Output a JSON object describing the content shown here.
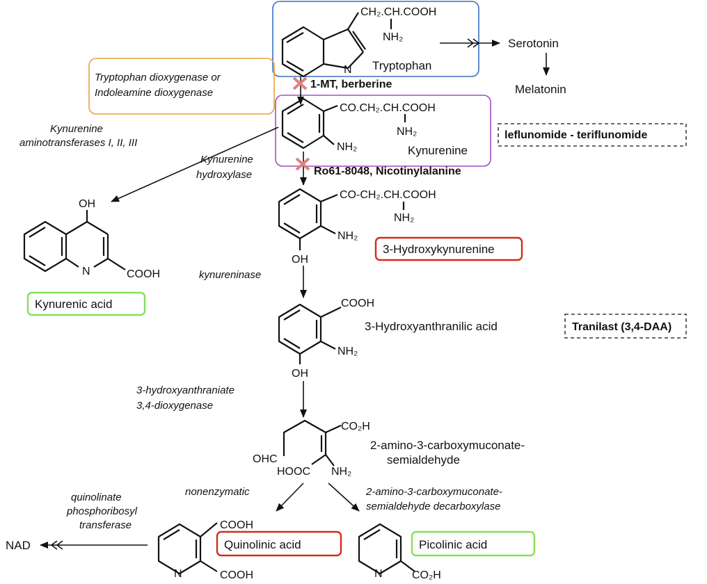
{
  "compounds": {
    "tryptophan": "Tryptophan",
    "serotonin": "Serotonin",
    "melatonin": "Melatonin",
    "kynurenine": "Kynurenine",
    "hydroxykynurenine": "3-Hydroxykynurenine",
    "kynurenic_acid": "Kynurenic acid",
    "hydroxyanthranilic": "3-Hydroxyanthranilic acid",
    "acms_line1": "2-amino-3-carboxymuconate-",
    "acms_line2": "semialdehyde",
    "quinolinic": "Quinolinic acid",
    "picolinic": "Picolinic acid",
    "nad": "NAD"
  },
  "groups": {
    "trp_side": "CH₂.CH.COOH",
    "nh2": "NH₂",
    "n": "N",
    "kyn_side": "CO.CH₂.CH.COOH",
    "hk_side": "CO-CH₂.CH.COOH",
    "oh": "OH",
    "cooh": "COOH",
    "co2h": "CO₂H",
    "ohc": "OHC",
    "hooc": "HOOC"
  },
  "enzymes": {
    "tdo_line1": "Tryptophan dioxygenase or",
    "tdo_line2": "Indoleamine dioxygenase",
    "kat_line1": "Kynurenine",
    "kat_line2": "aminotransferases I, II, III",
    "kmo_line1": "Kynurenine",
    "kmo_line2": "hydroxylase",
    "kynureninase": "kynureninase",
    "haao_line1": "3-hydroxyanthraniate",
    "haao_line2": "3,4-dioxygenase",
    "nonenzymatic": "nonenzymatic",
    "acmsd_line1": "2-amino-3-carboxymuconate-",
    "acmsd_line2": "semialdehyde decarboxylase",
    "qprt_line1": "quinolinate",
    "qprt_line2": "phosphoribosyl",
    "qprt_line3": "transferase"
  },
  "inhibitors": {
    "ido_inhibitor": "1-MT, berberine",
    "kmo_inhibitor": "Ro61-8048, Nicotinylalanine",
    "leflunomide": "leflunomide - teriflunomide",
    "tranilast": "Tranilast (3,4-DAA)"
  },
  "colors": {
    "tryptophan_box": "#3a6fc4",
    "tdo_box": "#e8a23c",
    "kynurenine_box": "#a64ac9",
    "toxic_box": "#d62a1a",
    "protective_box": "#86e05a",
    "inhibition_mark": "#e08080"
  }
}
